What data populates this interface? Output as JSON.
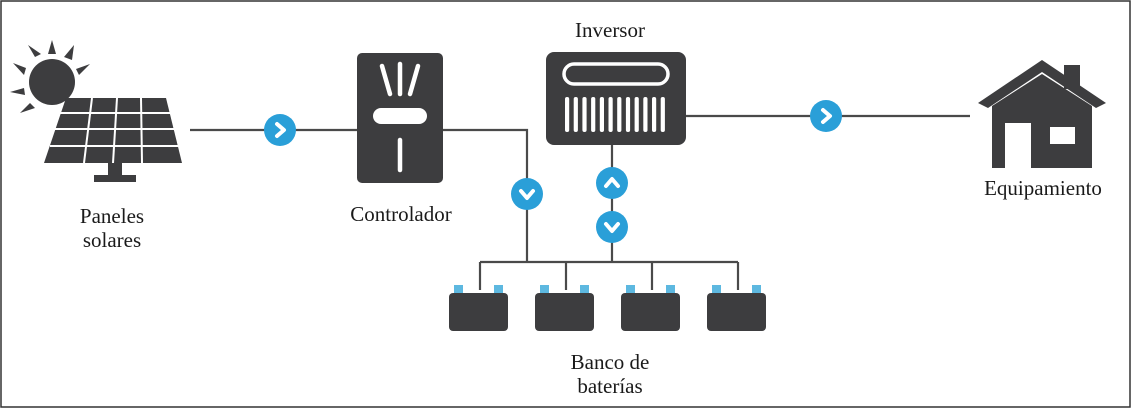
{
  "labels": {
    "panels": [
      "Paneles",
      "solares"
    ],
    "controller": "Controlador",
    "inverter": "Inversor",
    "equipment": "Equipamiento",
    "battery_bank": [
      "Banco de",
      "baterías"
    ]
  },
  "arrows": {
    "panels_to_controller": "right",
    "controller_to_batteries": "down",
    "inverter_from_batteries": "up",
    "inverter_to_batteries": "down",
    "inverter_to_equipment": "right"
  },
  "battery_count": 4,
  "colors": {
    "device": "#3d3d3f",
    "accent": "#2a9fd8",
    "line": "#4a4a4a",
    "terminal": "#5db8e0",
    "border": "#333333"
  }
}
